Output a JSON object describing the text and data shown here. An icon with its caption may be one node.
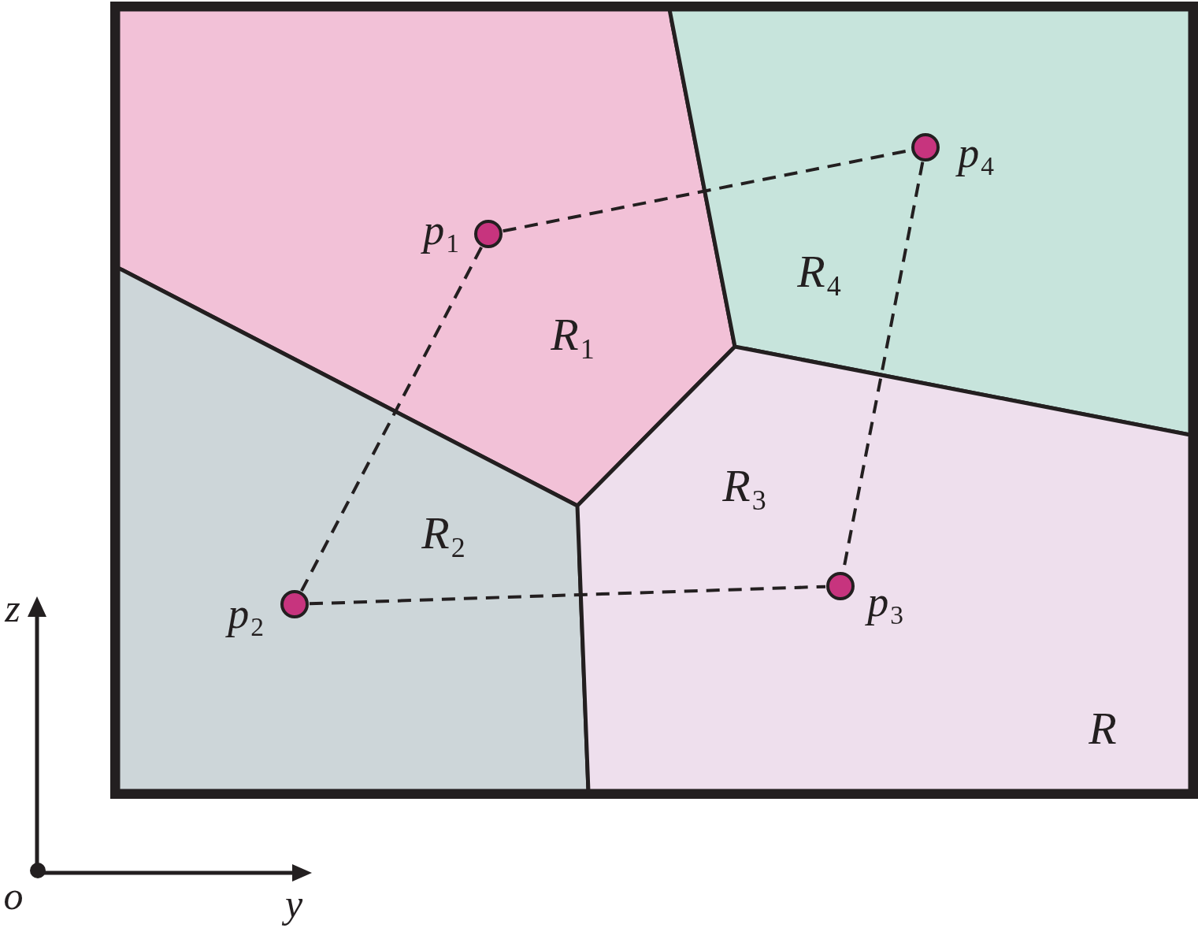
{
  "diagram": {
    "nodes": [
      {
        "text": [],
        "shape": "box"
      },
      {
        "text": [
          "R$_{1}$"
        ],
        "in": 0
      },
      {
        "text": [
          "R$_{4}$"
        ],
        "in": 0
      },
      {
        "text": [
          "R$_{2}$"
        ],
        "in": 0
      },
      {
        "text": [
          "R$_{3}$"
        ],
        "in": 0
      },
      {
        "text": [],
        "shape": "circle",
        "in": 1,
        "beside": [
          "p$_{1}$"
        ]
      },
      {
        "text": [],
        "shape": "circle",
        "in": 2,
        "beside": [
          "p$_{4}$"
        ]
      },
      {
        "text": [],
        "shape": "circle",
        "in": 3,
        "beside": [
          "p$_{2}$"
        ]
      },
      {
        "text": [],
        "shape": "circle",
        "in": 4,
        "beside": [
          "p$_{3}$"
        ]
      }
    ],
    "edges": [
      {
        "from": 5,
        "to": 6,
        "arrow": "none",
        "style": "dashed"
      },
      {
        "from": 5,
        "to": 7,
        "arrow": "none",
        "style": "dashed"
      },
      {
        "from": 7,
        "to": 8,
        "arrow": "none",
        "style": "dashed"
      },
      {
        "from": 6,
        "to": 8,
        "arrow": "none",
        "style": "dashed"
      }
    ],
    "labels": [
      "z",
      "R",
      "o",
      "y"
    ]
  }
}
